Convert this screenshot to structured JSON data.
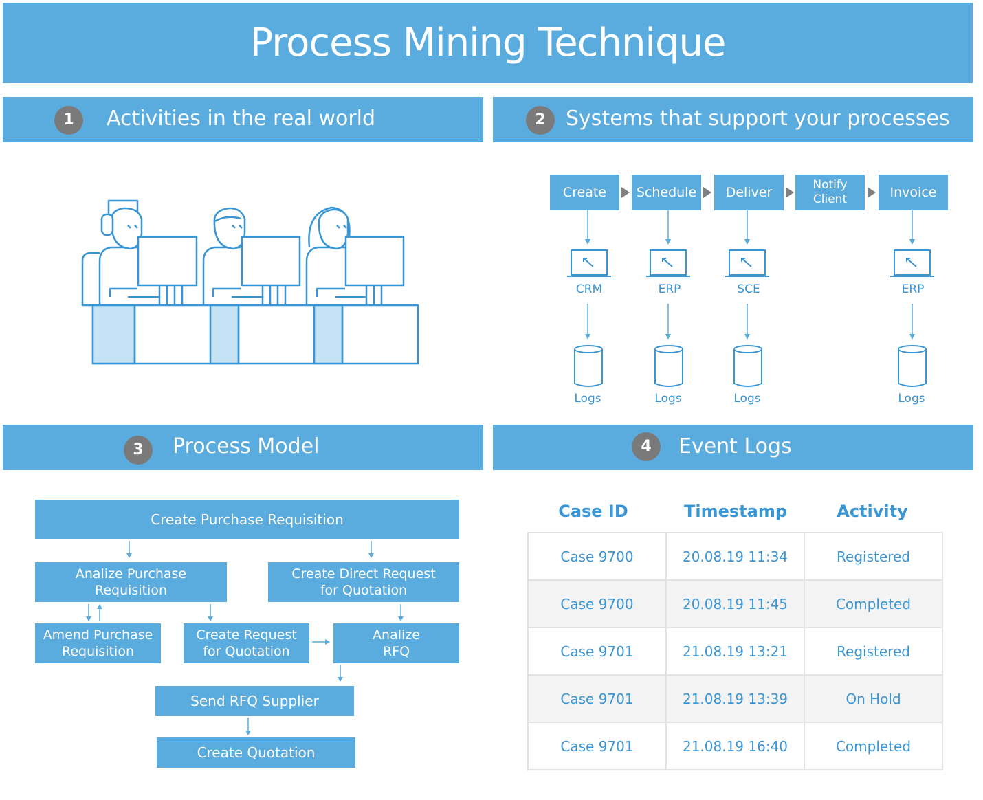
{
  "title": "Process Mining Technique",
  "sections": [
    {
      "number": "1",
      "label": "Activities in the real world"
    },
    {
      "number": "2",
      "label": "Systems that support your processes"
    },
    {
      "number": "3",
      "label": "Process Model"
    },
    {
      "number": "4",
      "label": "Event Logs"
    }
  ],
  "systems": {
    "steps": [
      "Create",
      "Schedule",
      "Deliver",
      "Notify Client",
      "Invoice"
    ],
    "apps": [
      "CRM",
      "ERP",
      "SCE",
      "ERP"
    ],
    "logs_label": "Logs"
  },
  "process_model": {
    "nodes": [
      "Create Purchase Requisition",
      "Analize Purchase Requisition",
      "Create Direct Request for Quotation",
      "Amend Purchase Requisition",
      "Create Request for Quotation",
      "Analize RFQ",
      "Send RFQ Supplier",
      "Create Quotation"
    ]
  },
  "event_logs": {
    "columns": [
      "Case ID",
      "Timestamp",
      "Activity"
    ],
    "rows": [
      [
        "Case 9700",
        "20.08.19 11:34",
        "Registered"
      ],
      [
        "Case 9700",
        "20.08.19 11:45",
        "Completed"
      ],
      [
        "Case 9701",
        "21.08.19 13:21",
        "Registered"
      ],
      [
        "Case 9701",
        "21.08.19 13:39",
        "On Hold"
      ],
      [
        "Case 9701",
        "21.08.19 16:40",
        "Completed"
      ]
    ]
  },
  "colors": {
    "accent": "#5aabde",
    "text_blue": "#3a95d4",
    "badge_gray": "#7a7a7a"
  }
}
